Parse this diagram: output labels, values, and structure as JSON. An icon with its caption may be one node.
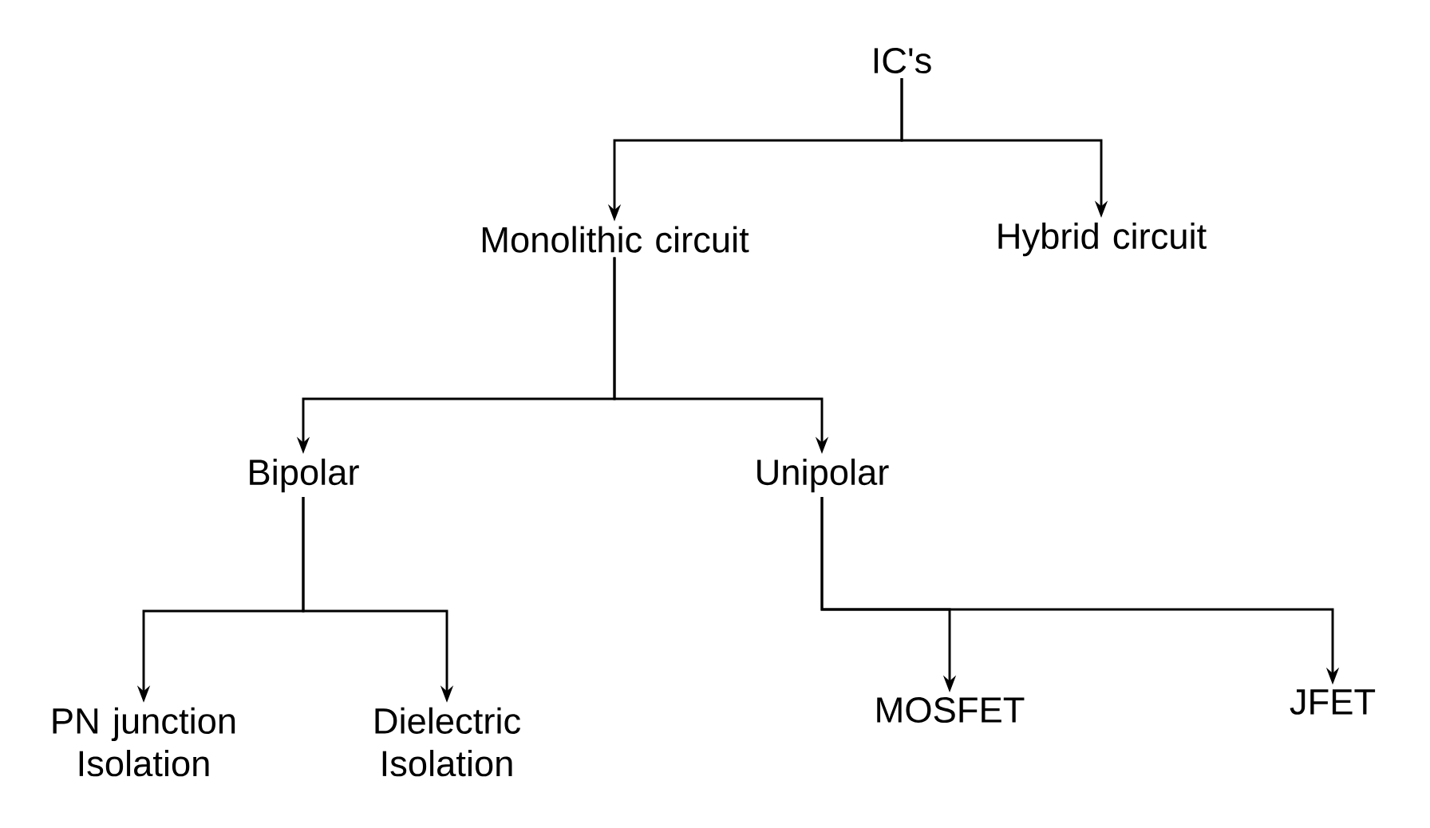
{
  "diagram": {
    "nodes": [
      {
        "text": [
          "IC's"
        ]
      },
      {
        "text": [
          "Monolithic circuit"
        ]
      },
      {
        "text": [
          "Hybrid circuit"
        ]
      },
      {
        "text": [
          "Bipolar"
        ]
      },
      {
        "text": [
          "Unipolar"
        ]
      },
      {
        "text": [
          "PN junction Isolation"
        ]
      },
      {
        "text": [
          "Dielectric Isolation"
        ]
      },
      {
        "text": [
          "MOSFET"
        ]
      },
      {
        "text": [
          "JFET"
        ]
      }
    ],
    "edges": [
      {
        "from": 0,
        "to": 1,
        "arrow": "to"
      },
      {
        "from": 0,
        "to": 2,
        "arrow": "to"
      },
      {
        "from": 1,
        "to": 3,
        "arrow": "to"
      },
      {
        "from": 1,
        "to": 4,
        "arrow": "to"
      },
      {
        "from": 3,
        "to": 5,
        "arrow": "to"
      },
      {
        "from": 3,
        "to": 6,
        "arrow": "to"
      },
      {
        "from": 4,
        "to": 7,
        "arrow": "to"
      },
      {
        "from": 4,
        "to": 8,
        "arrow": "to"
      }
    ]
  }
}
